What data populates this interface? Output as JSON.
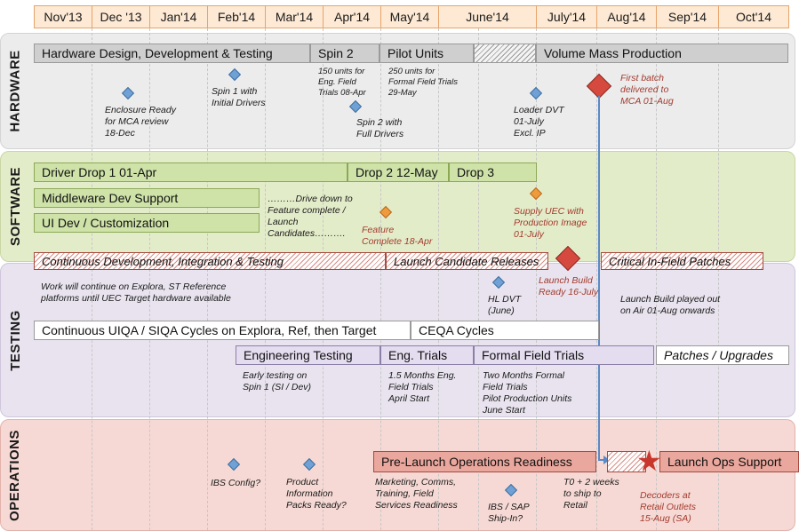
{
  "months": [
    "Nov'13",
    "Dec '13",
    "Jan'14",
    "Feb'14",
    "Mar'14",
    "Apr'14",
    "May'14",
    "June'14",
    "July'14",
    "Aug'14",
    "Sep'14",
    "Oct'14"
  ],
  "lanes": {
    "hardware": "HARDWARE",
    "software": "SOFTWARE",
    "testing": "TESTING",
    "operations": "OPERATIONS"
  },
  "hardware": {
    "bars": {
      "hw_design": "Hardware Design, Development & Testing",
      "spin2": "Spin 2",
      "pilot": "Pilot Units",
      "volume": "Volume Mass Production"
    },
    "notes": {
      "spin2_units": "150 units for\nEng. Field\nTrials 08-Apr",
      "pilot_units": "250 units for\nFormal Field Trials\n29-May",
      "spin1": "Spin 1 with\nInitial Drivers",
      "enclosure": "Enclosure Ready\nfor MCA review\n18-Dec",
      "spin2_drivers": "Spin 2 with\nFull Drivers",
      "loader_dvt": "Loader DVT\n01-July\nExcl. IP",
      "first_batch": "First batch\ndelivered to\nMCA 01-Aug"
    }
  },
  "software": {
    "bars": {
      "drop1": "Driver Drop 1 01-Apr",
      "drop2": "Drop 2 12-May",
      "drop3": "Drop 3",
      "middleware": "Middleware Dev Support",
      "ui_dev": "UI Dev / Customization"
    },
    "notes": {
      "drive_down": "………Drive down to\nFeature complete /\nLaunch\nCandidates……….",
      "feature_complete": "Feature\nComplete 18-Apr",
      "supply_uec": "Supply UEC with\nProduction Image\n01-July"
    }
  },
  "testing": {
    "bars": {
      "continuous_dev": "Continuous Development, Integration & Testing",
      "launch_candidate": "Launch Candidate Releases",
      "critical_patches": "Critical In-Field Patches",
      "uiqa": "Continuous UIQA / SIQA Cycles on Explora, Ref, then Target",
      "ceqa": "CEQA Cycles",
      "eng_testing": "Engineering Testing",
      "eng_trials": "Eng. Trials",
      "formal_trials": "Formal Field Trials",
      "patches": "Patches / Upgrades"
    },
    "notes": {
      "work_continue": "Work will continue on Explora, ST Reference\nplatforms until UEC Target hardware available",
      "launch_build": "Launch Build\nReady 16-July",
      "hl_dvt": "HL DVT\n(June)",
      "launch_played": "Launch Build played out\non Air 01-Aug onwards",
      "early_testing": "Early testing on\nSpin 1 (SI / Dev)",
      "eng_trials_note": "1.5 Months Eng.\nField Trials\nApril Start",
      "formal_note": "Two Months Formal\nField Trials\nPilot Production Units\nJune Start"
    }
  },
  "operations": {
    "bars": {
      "pre_launch": "Pre-Launch Operations Readiness",
      "launch_ops": "Launch Ops Support"
    },
    "notes": {
      "ibs_config": "IBS Config?",
      "product_info": "Product\nInformation\nPacks Ready?",
      "marketing": "Marketing, Comms,\nTraining, Field\nServices Readiness",
      "ibs_sap": "IBS / SAP\nShip-In?",
      "t0": "T0 + 2 weeks\nto ship to\nRetail",
      "decoders": "Decoders at\nRetail Outlets\n15-Aug (SA)"
    }
  },
  "colors": {
    "month_fill": "#fde9d4",
    "hardware_band": "#ececec",
    "software_band": "#e3ecc9",
    "testing_band": "#e8e3ee",
    "operations_band": "#f6d9d4",
    "milestone_blue": "#6fa0d6",
    "milestone_orange": "#ef9a3c",
    "milestone_red": "#d5493e",
    "connector_blue": "#5a8ac6"
  }
}
